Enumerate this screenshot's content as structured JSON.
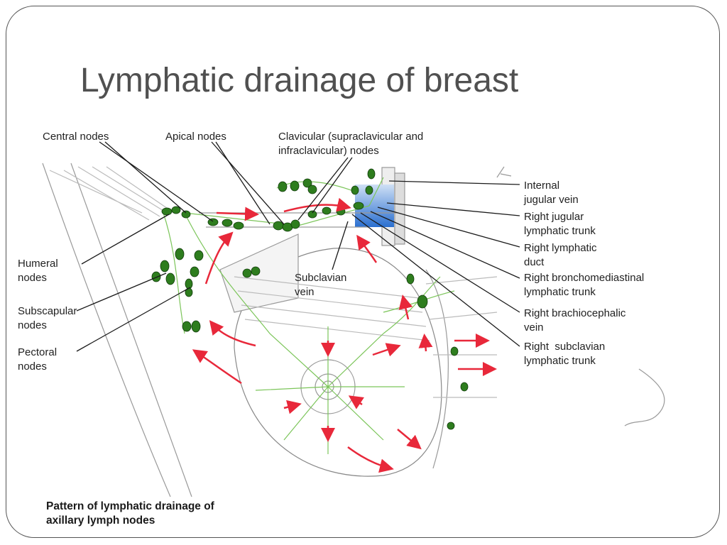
{
  "slide": {
    "title": "Lymphatic drainage of breast"
  },
  "figure": {
    "labels": {
      "central_nodes": "Central nodes",
      "apical_nodes": "Apical nodes",
      "clavicular_1": "Clavicular (supraclavicular and",
      "clavicular_2": "infraclavicular) nodes",
      "internal_jugular_1": "Internal",
      "internal_jugular_2": "jugular vein",
      "right_jugular_1": "Right jugular",
      "right_jugular_2": "lymphatic trunk",
      "right_duct_1": "Right lymphatic",
      "right_duct_2": "duct",
      "bronchomed_1": "Right bronchomediastinal",
      "bronchomed_2": "lymphatic trunk",
      "brachio_1": "Right brachiocephalic",
      "brachio_2": "vein",
      "subclavian_trunk_1": "Right  subclavian",
      "subclavian_trunk_2": "lymphatic trunk",
      "humeral_1": "Humeral",
      "humeral_2": "nodes",
      "subscapular_1": "Subscapular",
      "subscapular_2": "nodes",
      "pectoral_1": "Pectoral",
      "pectoral_2": "nodes",
      "subclavian_vein_1": "Subclavian",
      "subclavian_vein_2": "vein"
    },
    "caption_1": "Pattern of lymphatic drainage of",
    "caption_2": "axillary lymph nodes",
    "colors": {
      "node": "#2e7d1e",
      "vessel": "#7cc55a",
      "arrow": "#e8283a",
      "vein": "#3a7fd0"
    }
  }
}
